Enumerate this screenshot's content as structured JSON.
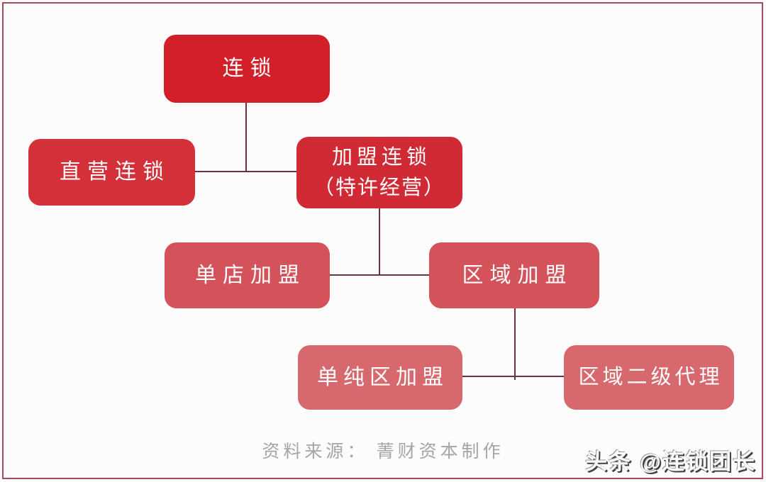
{
  "frame": {
    "background": "#fdfcfc",
    "border_color": "#a84a5b"
  },
  "diagram": {
    "type": "hierarchy-flowchart",
    "text_color": "#ffffff",
    "line_color": "#6e3140",
    "nodes": [
      {
        "id": "root",
        "label": "连锁",
        "color": "#d21f29"
      },
      {
        "id": "direct-chain",
        "label": "直营连锁",
        "color": "#d43039"
      },
      {
        "id": "franchise-chain",
        "label": "加盟连锁",
        "sublabel": "（特许经营）",
        "color": "#d02b34"
      },
      {
        "id": "single-store-franchise",
        "label": "单店加盟",
        "color": "#d4525a"
      },
      {
        "id": "regional-franchise",
        "label": "区域加盟",
        "color": "#d4525a"
      },
      {
        "id": "pure-region-franchise",
        "label": "单纯区加盟",
        "color": "#d7696e"
      },
      {
        "id": "regional-second-agent",
        "label": "区域二级代理",
        "color": "#d7696e"
      }
    ],
    "edges": [
      {
        "from": "root",
        "to": "direct-chain"
      },
      {
        "from": "root",
        "to": "franchise-chain"
      },
      {
        "from": "franchise-chain",
        "to": "single-store-franchise"
      },
      {
        "from": "franchise-chain",
        "to": "regional-franchise"
      },
      {
        "from": "regional-franchise",
        "to": "pure-region-franchise"
      },
      {
        "from": "regional-franchise",
        "to": "regional-second-agent"
      }
    ]
  },
  "footer": {
    "source_text": "资料来源： 菁财资本制作"
  },
  "watermark": {
    "text": "头条 @连锁团长"
  }
}
